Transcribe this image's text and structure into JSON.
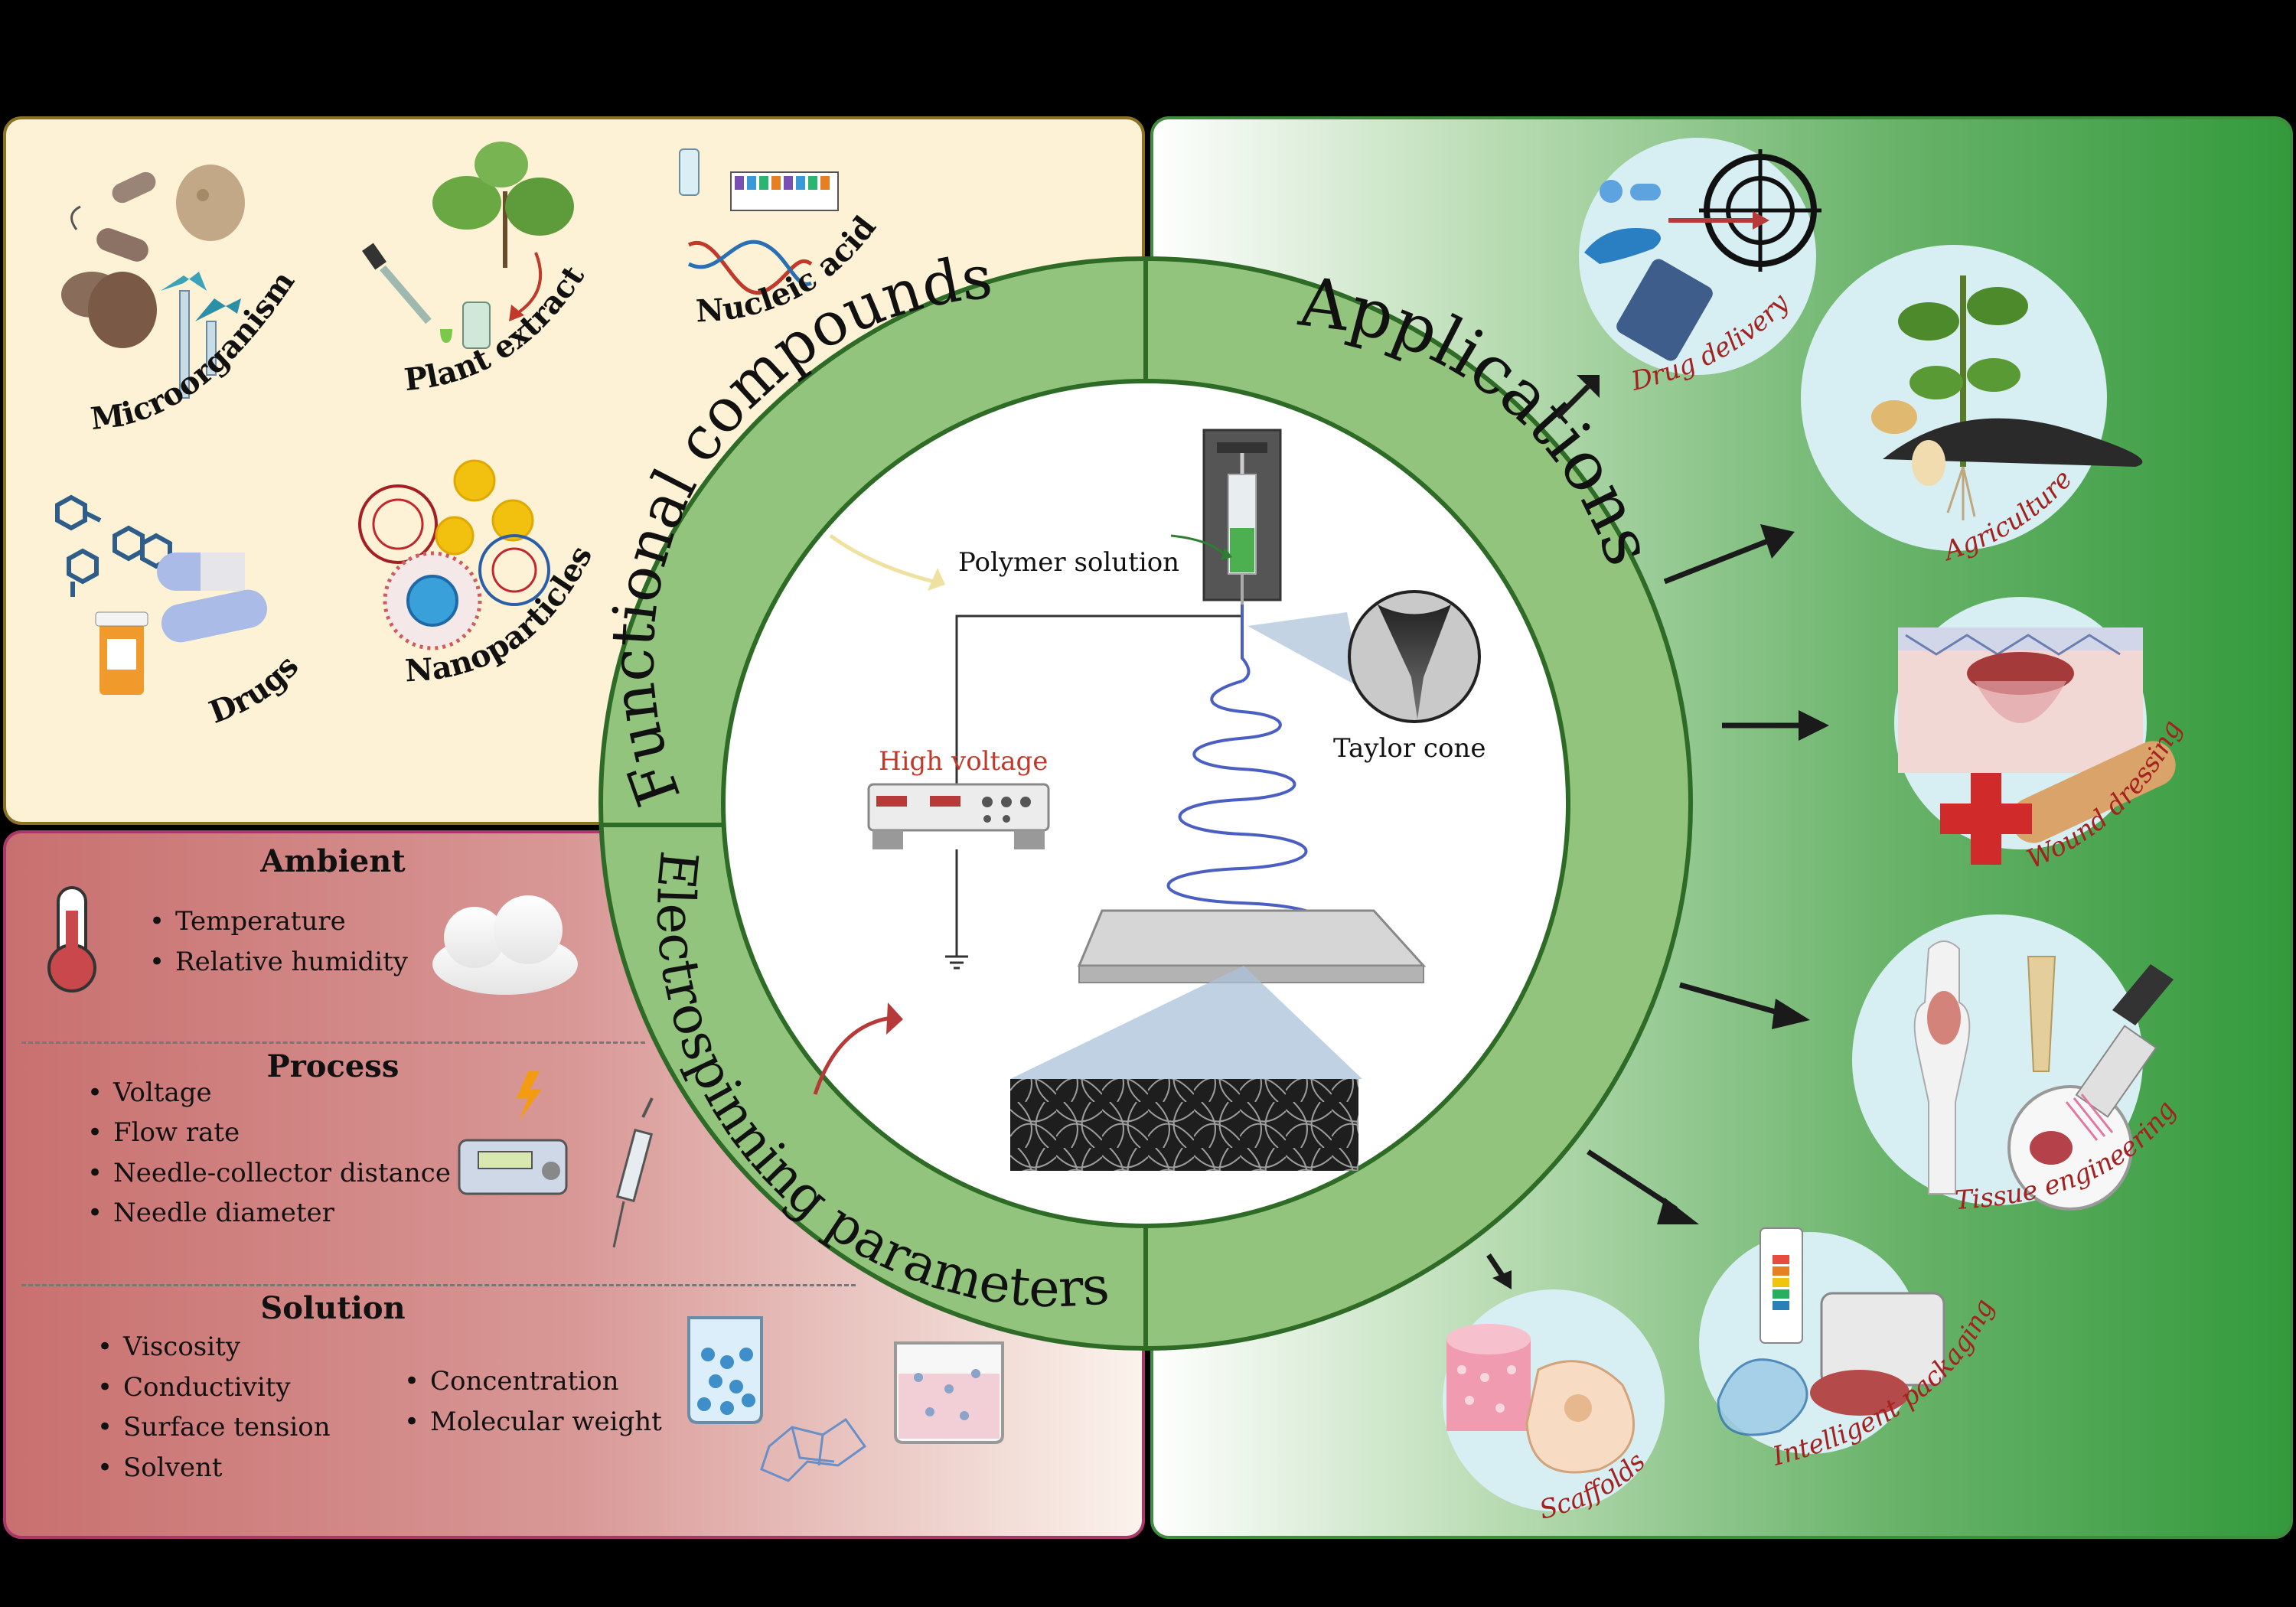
{
  "functional_compounds": {
    "ring_label": "Functional compounds",
    "items": [
      "Microorganisms",
      "Plant extracts",
      "Nucleic acids",
      "Drugs",
      "Nanoparticles"
    ]
  },
  "electrospinning_parameters": {
    "ring_label": "Electrospinning parameters",
    "ambient": {
      "heading": "Ambient",
      "items": [
        "Temperature",
        "Relative humidity"
      ]
    },
    "process": {
      "heading": "Process",
      "items": [
        "Voltage",
        "Flow rate",
        "Needle-collector distance",
        "Needle diameter"
      ]
    },
    "solution": {
      "heading": "Solution",
      "items_left": [
        "Viscosity",
        "Conductivity",
        "Surface tension",
        "Solvent"
      ],
      "items_right": [
        "Concentration",
        "Molecular weight"
      ]
    }
  },
  "applications": {
    "ring_label": "Applications",
    "items": [
      "Drug delivery",
      "Agriculture",
      "Wound dressing",
      "Tissue engineering",
      "Intelligent packaging",
      "Scaffolds"
    ]
  },
  "setup": {
    "polymer_solution": "Polymer solution",
    "taylor_cone": "Taylor cone",
    "high_voltage": "High voltage"
  },
  "colors": {
    "ring_green": "#93c47d",
    "ring_border": "#2e6b26",
    "app_label_red": "#a3211f",
    "high_voltage_red": "#c0392b",
    "fiber_blue": "#4a5fc1"
  }
}
